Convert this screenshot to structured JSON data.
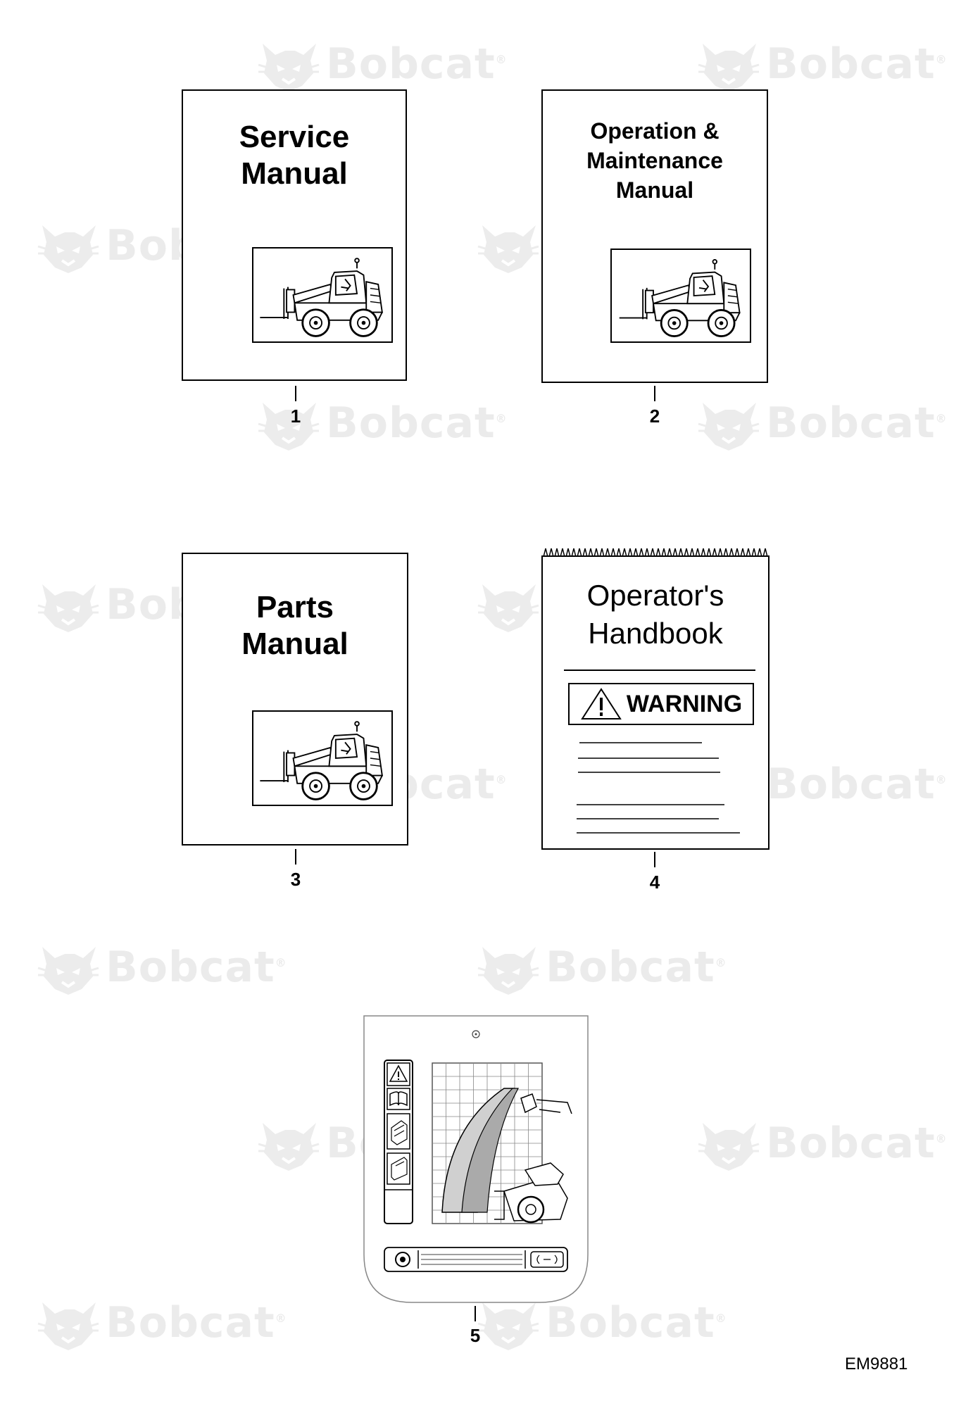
{
  "watermark": {
    "brand_text": "Bobcat",
    "registered_mark": "®"
  },
  "items": [
    {
      "callout": "1",
      "title_lines": [
        "Service",
        "Manual"
      ]
    },
    {
      "callout": "2",
      "title_lines": [
        "Operation &",
        "Maintenance",
        "Manual"
      ]
    },
    {
      "callout": "3",
      "title_lines": [
        "Parts",
        "Manual"
      ]
    },
    {
      "callout": "4",
      "title_lines": [
        "Operator's",
        "Handbook"
      ],
      "warning_label": "WARNING"
    },
    {
      "callout": "5"
    }
  ],
  "figure_code": "EM9881"
}
